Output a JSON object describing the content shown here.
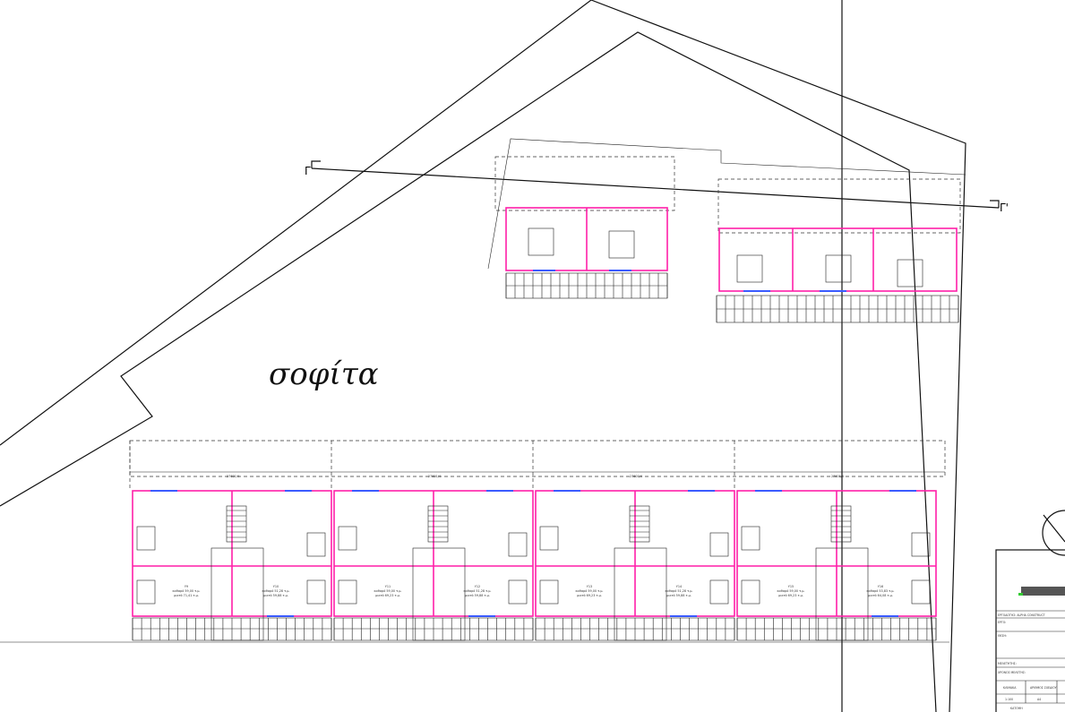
{
  "drawing": {
    "floor_label": "σοφίτα",
    "section_marker_left": "Γ",
    "section_marker_right": "Γ'",
    "units": [
      {
        "name": "Υ9",
        "net": "καθαρό 59,00 τ.μ.",
        "gross": "μικτό 71,41 τ.μ."
      },
      {
        "name": "Υ10",
        "net": "καθαρό 51,28 τ.μ.",
        "gross": "μικτό 59,88 τ.μ."
      },
      {
        "name": "Υ11",
        "net": "καθαρό 59,00 τ.μ.",
        "gross": "μικτό 69,23 τ.μ."
      },
      {
        "name": "Υ12",
        "net": "καθαρό 51,28 τ.μ.",
        "gross": "μικτό 59,88 τ.μ."
      },
      {
        "name": "Υ13",
        "net": "καθαρό 59,00 τ.μ.",
        "gross": "μικτό 69,23 τ.μ."
      },
      {
        "name": "Υ14",
        "net": "καθαρό 51,28 τ.μ.",
        "gross": "μικτό 59,88 τ.μ."
      },
      {
        "name": "Υ15",
        "net": "καθαρό 59,00 τ.μ.",
        "gross": "μικτό 69,23 τ.μ."
      },
      {
        "name": "Υ16",
        "net": "καθαρό 53,83 τ.μ.",
        "gross": "μικτό 64,08 τ.μ."
      }
    ],
    "dimension_label": "27601/4"
  },
  "title_block": {
    "client": "ΕΡΓΟΔΟΤΗΣ: ALPHA CONSTRUCT",
    "project": "ΕΡΓΟ:",
    "location": "ΘΕΣΗ:",
    "designer": "ΜΕΛΕΤΗΤΗΣ:",
    "date": "ΧΡΟΝΟΣ ΜΕΛΕΤΗΣ:",
    "scale_label": "ΚΛΙΜΑΚΑ",
    "scale": "1:100",
    "sheet_label": "ΑΡΙΘΜΟΣ ΣΧΕΔΙΟΥ",
    "sheet": "Α4",
    "notes": "ΚΑΤΟΨΗ"
  },
  "colors": {
    "walls": "#ff1fa8",
    "windows": "#3b5bff",
    "lines": "#111111"
  }
}
